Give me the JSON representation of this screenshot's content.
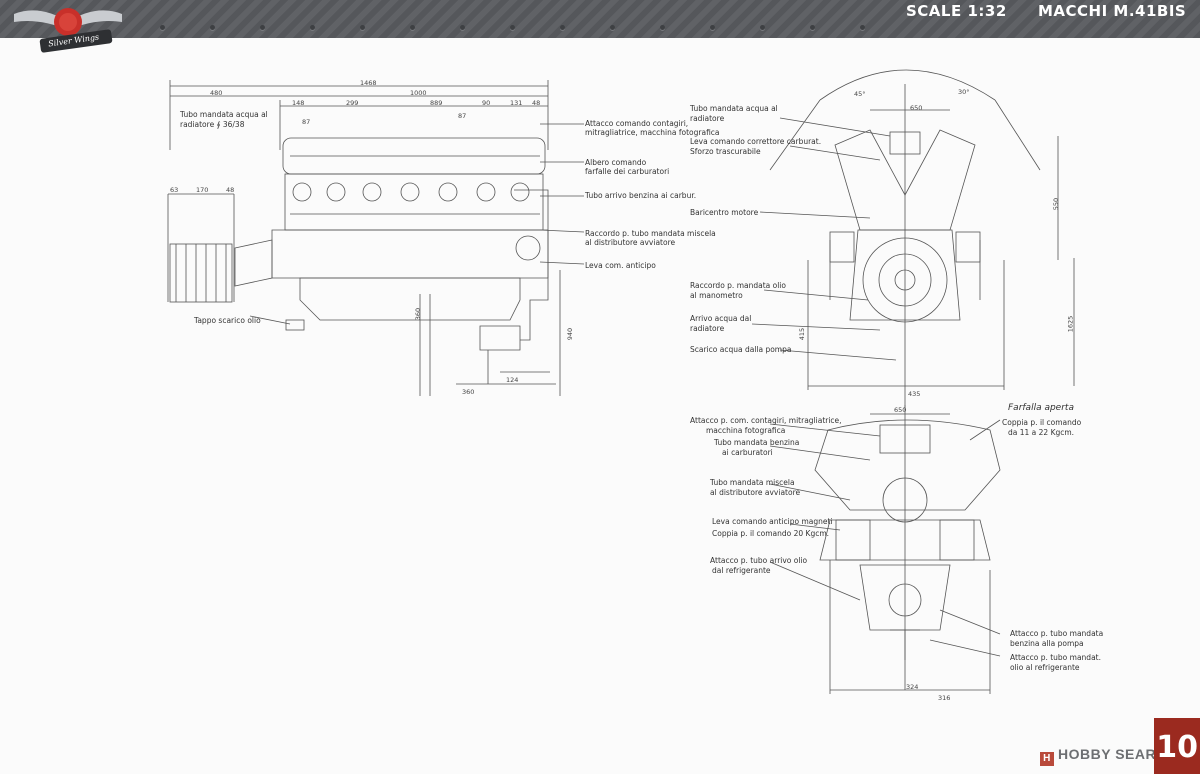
{
  "header": {
    "scale": "SCALE 1:32",
    "model": "MACCHI M.41BIS",
    "brand": "Silver Wings"
  },
  "page_number": "10",
  "watermark": {
    "text": "HOBBY SEARCH"
  },
  "side_view": {
    "labels": {
      "water_pipe": "Tubo mandata acqua al",
      "water_pipe_2": "radiatore ∮ 36/38",
      "oil_drain": "Tappo scarico olio",
      "conn1": "Attacco comando contagiri,",
      "conn1b": "mitragliatrice, macchina fotografica",
      "shaft": "Albero comando",
      "shaft_b": "farfalle dei carburatori",
      "fuel_pipe": "Tubo arrivo benzina ai carbur.",
      "mix_pipe": "Raccordo p. tubo mandata miscela",
      "mix_pipe_b": "al distributore avviatore",
      "lever": "Leva com. anticipo"
    },
    "dims": {
      "d_total": "1468",
      "d1": "480",
      "d2": "1000",
      "d3": "148",
      "d4": "299",
      "d5": "889",
      "d6": "90",
      "d7": "131",
      "d8": "48",
      "d9": "87",
      "d10": "87",
      "d11": "63",
      "d12": "170",
      "d13": "48",
      "d14": "940",
      "d15": "360",
      "d16": "124",
      "d17": "360"
    }
  },
  "front_view": {
    "labels": {
      "l1": "Tubo mandata acqua al",
      "l1b": "radiatore",
      "l2": "Leva comando correttore carburat.",
      "l2b": "Sforzo trascurabile",
      "l3": "Baricentro motore",
      "l4": "Raccordo p. mandata olio",
      "l4b": "al manometro",
      "l5": "Arrivo acqua dal",
      "l5b": "radiatore",
      "l6": "Scarico acqua dalla pompa"
    },
    "dims": {
      "w": "650",
      "h1": "550",
      "h2": "1625",
      "h3": "415",
      "b": "435",
      "a1": "45°",
      "a2": "30°"
    }
  },
  "rear_view": {
    "labels": {
      "r1": "Attacco p. com. contagiri, mitragliatrice,",
      "r1b": "macchina fotografica",
      "r2": "Tubo mandata benzina",
      "r2b": "ai carburatori",
      "r3": "Tubo mandata miscela",
      "r3b": "al distributore avviatore",
      "r4": "Leva comando anticipo magneti",
      "r4b": "Coppia p. il comando 20 Kgcm.",
      "r5": "Attacco p. tubo arrivo olio",
      "r5b": "dal refrigerante",
      "r6": "Farfalla aperta",
      "r6b": "Coppia p. il comando",
      "r6c": "da 11 a 22 Kgcm.",
      "r7": "Attacco p. tubo mandata",
      "r7b": "benzina alla pompa",
      "r8": "Attacco p. tubo mandat.",
      "r8b": "olio al refrigerante"
    },
    "dims": {
      "w": "650",
      "b1": "324",
      "b2": "316"
    }
  }
}
